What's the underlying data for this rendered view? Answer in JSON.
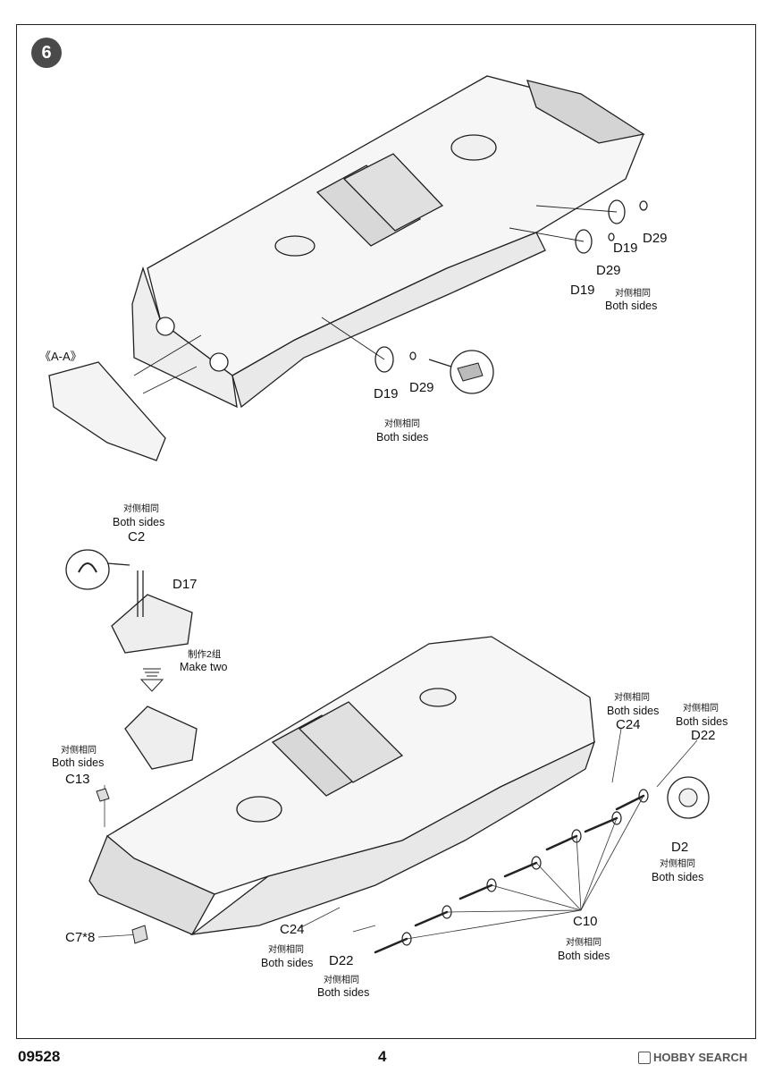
{
  "step": {
    "number": "6"
  },
  "section_view": {
    "label": "《A-A》"
  },
  "labels_top": {
    "d29_right": "D29",
    "d19_right": "D19",
    "d29_mid": "D29",
    "d19_mid": "D19",
    "both_cn_right": "对侧相同",
    "both_en_right": "Both sides",
    "d19_bottom": "D19",
    "d29_bottom": "D29",
    "both_cn_center": "对侧相同",
    "both_en_center": "Both sides"
  },
  "labels_bottom": {
    "both_cn_c2": "对侧相同",
    "both_en_c2": "Both sides",
    "c2": "C2",
    "d17": "D17",
    "make_cn": "制作2组",
    "make_en": "Make two",
    "both_cn_c13": "对侧相同",
    "both_en_c13": "Both sides",
    "c13": "C13",
    "c7": "C7*8",
    "both_cn_c24r": "对侧相同",
    "both_en_c24r": "Both sides",
    "c24r": "C24",
    "both_cn_d22r": "对侧相同",
    "both_en_d22r": "Both sides",
    "d22r": "D22",
    "d2": "D2",
    "both_cn_d2": "对侧相同",
    "both_en_d2": "Both sides",
    "c10": "C10",
    "both_cn_c10": "对侧相同",
    "both_en_c10": "Both sides",
    "c24b": "C24",
    "both_cn_c24b": "对侧相同",
    "both_en_c24b": "Both sides",
    "d22b": "D22",
    "both_cn_d22b": "对侧相同",
    "both_en_d22b": "Both sides"
  },
  "footer": {
    "product_code": "09528",
    "page_number": "4",
    "watermark": "HOBBY SEARCH"
  }
}
